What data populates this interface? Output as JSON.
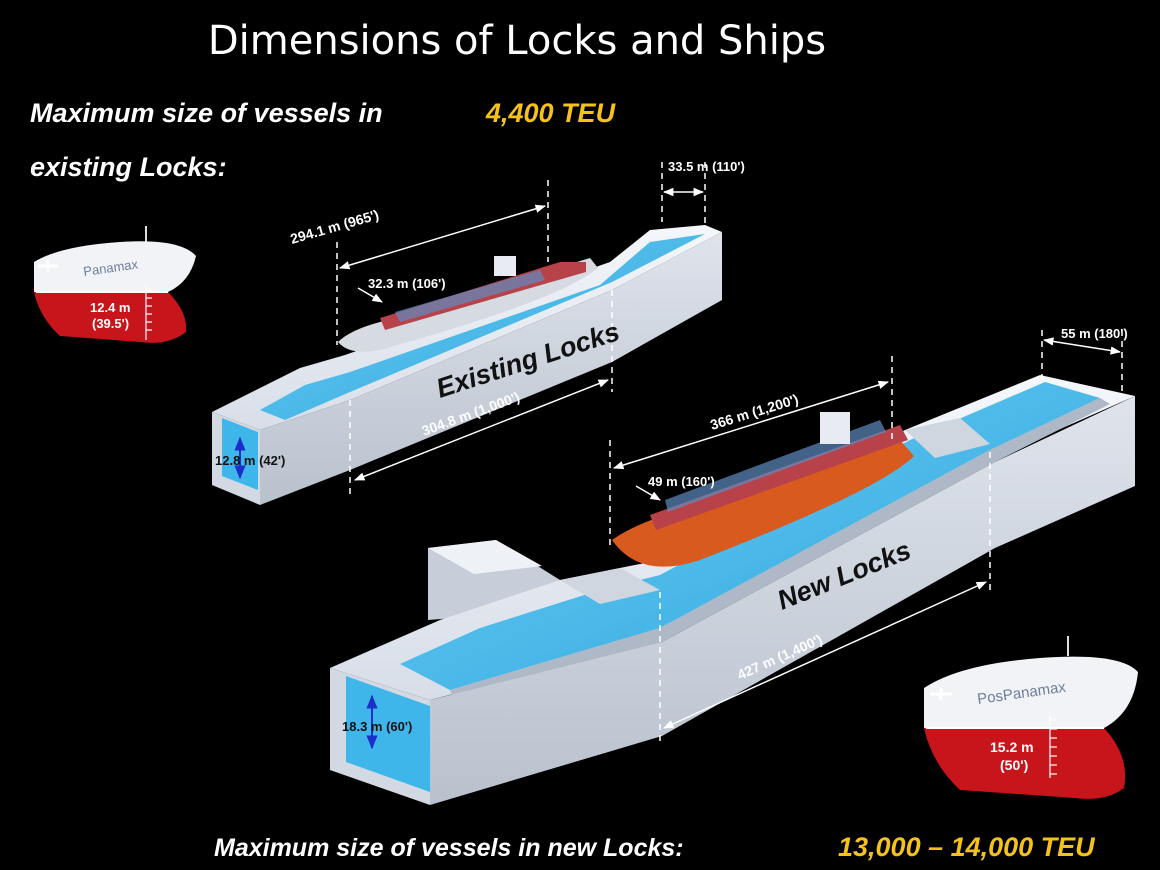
{
  "title": "Dimensions of Locks and Ships",
  "existing": {
    "heading_line1": "Maximum size of vessels in",
    "heading_line2": "existing Locks:",
    "teu": "4,400 TEU",
    "lock_label": "Existing Locks",
    "ship_length": "294.1 m (965')",
    "ship_beam": "32.3 m (106')",
    "lock_width": "33.5 m (110')",
    "lock_length": "304.8 m (1,000')",
    "lock_depth": "12.8 m (42')",
    "vessel_name": "Panamax",
    "draft_m": "12.4 m",
    "draft_ft": "(39.5')"
  },
  "new": {
    "heading": "Maximum size of vessels in new Locks:",
    "teu": "13,000 – 14,000 TEU",
    "lock_label": "New Locks",
    "ship_length": "366 m (1,200')",
    "ship_beam": "49 m (160')",
    "lock_width": "55 m (180')",
    "lock_length": "427 m (1,400')",
    "lock_depth": "18.3 m (60')",
    "vessel_name": "PosPanamax",
    "draft_m": "15.2 m",
    "draft_ft": "(50')"
  },
  "colors": {
    "background": "#000000",
    "teu_highlight": "#f5c21a",
    "water": "#3fb6ea",
    "concrete": "#e3e8f0",
    "hull_red": "#c8141b",
    "new_ship_hull": "#d85a1e"
  }
}
